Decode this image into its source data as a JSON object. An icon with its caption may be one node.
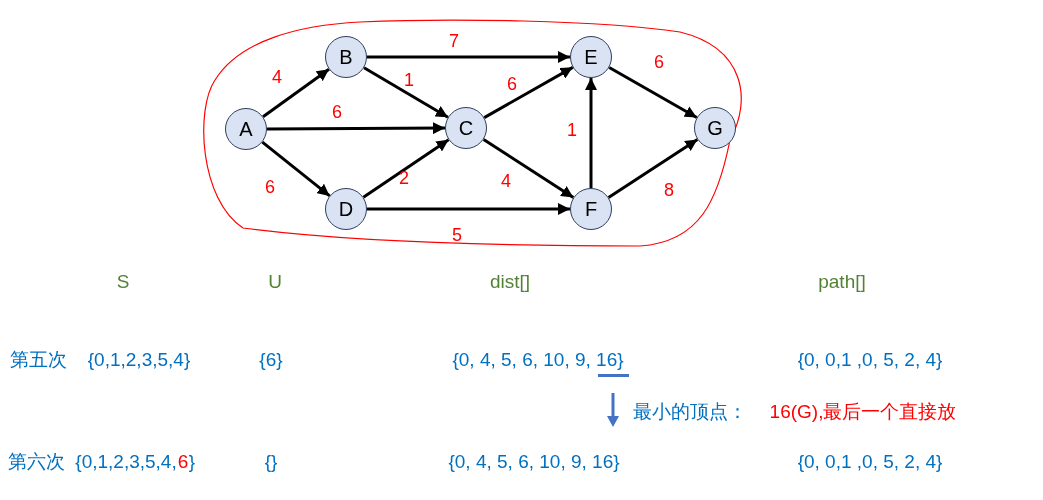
{
  "diagram": {
    "nodes": [
      {
        "text": [
          "A"
        ]
      },
      {
        "text": [
          "B"
        ]
      },
      {
        "text": [
          "C"
        ]
      },
      {
        "text": [
          "D"
        ]
      },
      {
        "text": [
          "E"
        ]
      },
      {
        "text": [
          "F"
        ]
      },
      {
        "text": [
          "G"
        ]
      }
    ],
    "edges": [
      {
        "from": 0,
        "to": 1,
        "arrow": "to",
        "label": "4"
      },
      {
        "from": 0,
        "to": 2,
        "arrow": "to",
        "label": "6"
      },
      {
        "from": 0,
        "to": 3,
        "arrow": "to",
        "label": "6"
      },
      {
        "from": 1,
        "to": 2,
        "arrow": "to",
        "label": "1"
      },
      {
        "from": 1,
        "to": 4,
        "arrow": "to",
        "label": "7"
      },
      {
        "from": 2,
        "to": 4,
        "arrow": "to",
        "label": "6"
      },
      {
        "from": 2,
        "to": 5,
        "arrow": "to",
        "label": "4"
      },
      {
        "from": 3,
        "to": 2,
        "arrow": "to",
        "label": "2"
      },
      {
        "from": 3,
        "to": 5,
        "arrow": "to",
        "label": "5"
      },
      {
        "from": 5,
        "to": 4,
        "arrow": "to",
        "label": "1"
      },
      {
        "from": 4,
        "to": 6,
        "arrow": "to",
        "label": "6"
      },
      {
        "from": 5,
        "to": 6,
        "arrow": "to",
        "label": "8"
      }
    ],
    "labels": [
      "S",
      "U",
      "dist[]",
      "path[]",
      "第五次",
      "{0,1,2,3,5,4}",
      "{6}",
      "{0, 4, 5, 6, 10, 9, 16}",
      "{0, 0,1 ,0, 5, 2, 4}",
      "最小的顶点：",
      "16(G),最后一个直接放",
      "第六次",
      "{0,1,2,3,5,4,",
      "6",
      "}",
      "{}",
      "{0, 4, 5, 6, 10, 9, 16}",
      "{0, 0,1 ,0, 5, 2, 4}"
    ]
  }
}
